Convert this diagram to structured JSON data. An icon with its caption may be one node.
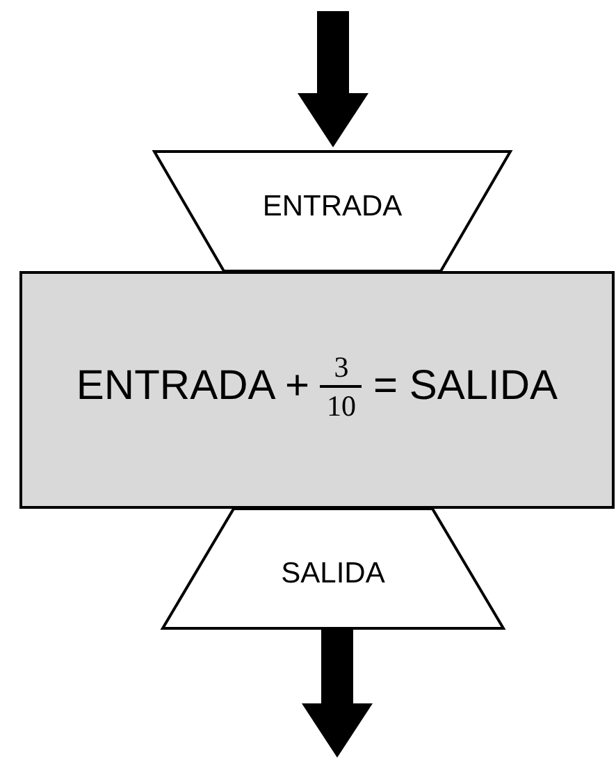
{
  "diagram": {
    "nodes": [
      {
        "text": [
          "ENTRADA"
        ]
      },
      {
        "text": [
          "ENTRADA +",
          "3",
          "10",
          "= SALIDA"
        ]
      },
      {
        "text": [
          "SALIDA"
        ]
      }
    ],
    "edges": [
      {
        "from": null,
        "to": 0,
        "arrow": "to"
      },
      {
        "from": 2,
        "to": null,
        "arrow": "to"
      }
    ]
  }
}
